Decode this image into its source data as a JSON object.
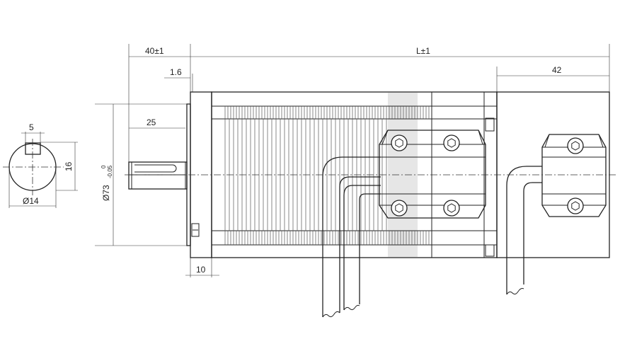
{
  "dimensions": {
    "flange_to_shaft": "40±1",
    "motor_length": "L±1",
    "flange_thickness": "1.6",
    "connector_offset": "42",
    "shaft_key_length": "25",
    "key_width": "5",
    "key_height": "16",
    "shaft_diameter": "Ø14",
    "pilot_diameter": "Ø73",
    "pilot_tol_upper": "0",
    "pilot_tol_lower": "-0.05",
    "flange_depth": "10"
  },
  "colors": {
    "line": "#222222",
    "highlight": "#e6e6e6"
  }
}
